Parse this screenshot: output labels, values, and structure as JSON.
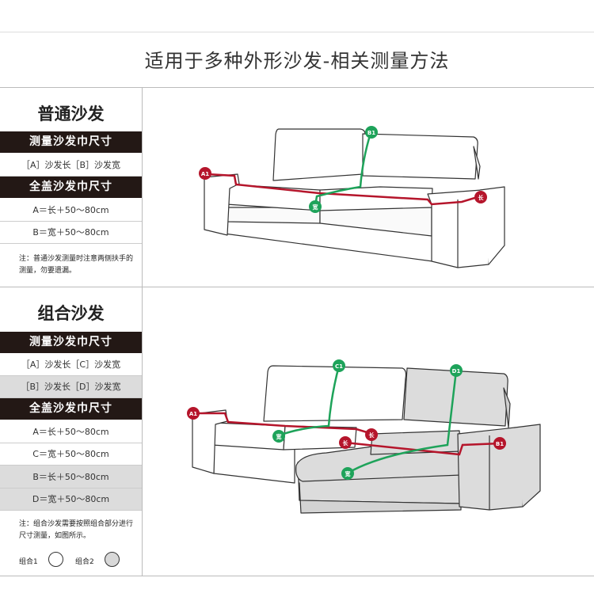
{
  "header": {
    "title": "适用于多种外形沙发-相关测量方法"
  },
  "section1": {
    "heading": "普通沙发",
    "measure_bar": "测量沙发巾尺寸",
    "measure_row": "［A］沙发长［B］沙发宽",
    "cover_bar": "全盖沙发巾尺寸",
    "rows": [
      "A＝长＋50～80cm",
      "B＝宽＋50～80cm"
    ],
    "note": "注：普通沙发测量时注意两侧扶手的测量，勿要遗漏。",
    "markers": {
      "a1": "A1",
      "b1": "B1",
      "width": "宽",
      "length": "长"
    }
  },
  "section2": {
    "heading": "组合沙发",
    "measure_bar": "测量沙发巾尺寸",
    "measure_rows": [
      "［A］沙发长［C］沙发宽",
      "［B］沙发长［D］沙发宽"
    ],
    "cover_bar": "全盖沙发巾尺寸",
    "rows": [
      "A＝长＋50～80cm",
      "C＝宽＋50～80cm",
      "B＝长＋50～80cm",
      "D＝宽＋50～80cm"
    ],
    "note": "注：组合沙发需要按照组合部分进行尺寸测量，如图所示。",
    "legend1": "组合1",
    "legend2": "组合2",
    "markers": {
      "a1": "A1",
      "c1": "C1",
      "d1": "D1",
      "b1": "B1",
      "width1": "宽",
      "length1": "长",
      "length2": "长",
      "width2": "宽"
    }
  },
  "colors": {
    "red": "#b5152b",
    "green": "#1ea35a",
    "dark": "#231815",
    "gray_fill": "#dcdcdc"
  }
}
